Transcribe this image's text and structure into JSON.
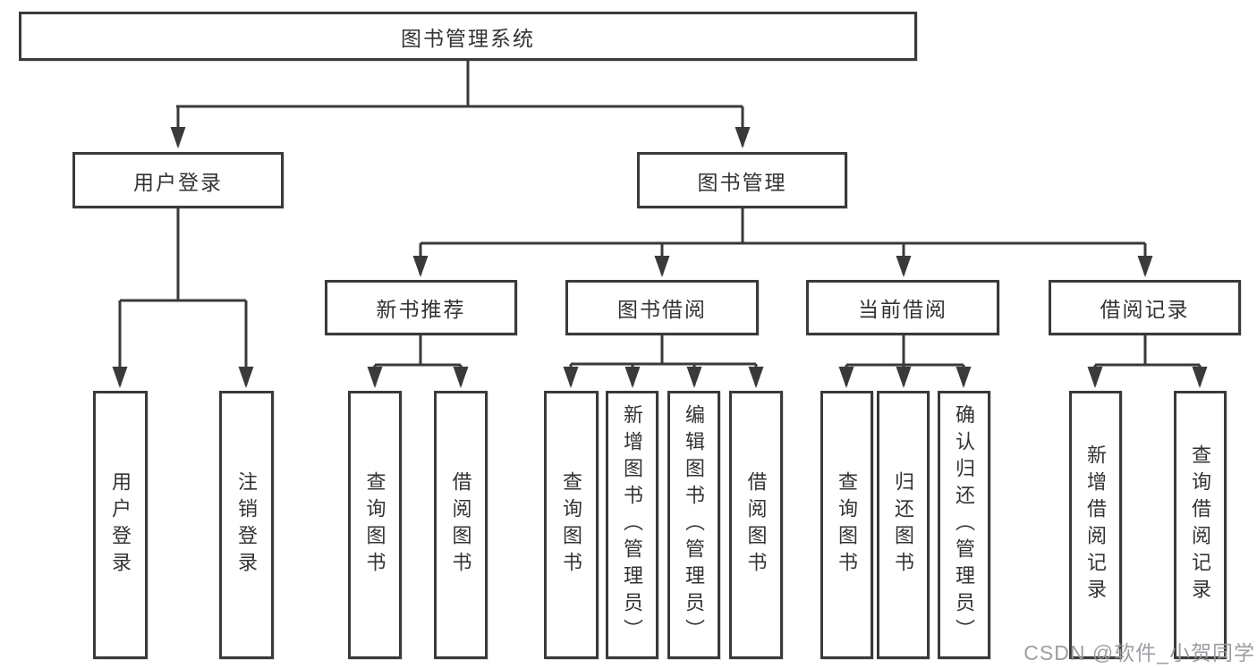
{
  "diagram": {
    "kind": "function-structure-tree",
    "title": "图书管理系统",
    "nodes": {
      "root": {
        "label": "图书管理系统"
      },
      "user_login": {
        "label": "用户登录"
      },
      "book_mgmt": {
        "label": "图书管理"
      },
      "login": {
        "label": "用户登录"
      },
      "logout": {
        "label": "注销登录"
      },
      "new_book_rec": {
        "label": "新书推荐"
      },
      "book_borrow": {
        "label": "图书借阅"
      },
      "current_borrow": {
        "label": "当前借阅"
      },
      "borrow_records": {
        "label": "借阅记录"
      },
      "nbr_query": {
        "label": "查询图书"
      },
      "nbr_borrow": {
        "label": "借阅图书"
      },
      "bb_query": {
        "label": "查询图书"
      },
      "bb_add": {
        "label": "新增图书（管理员）"
      },
      "bb_edit": {
        "label": "编辑图书（管理员）"
      },
      "bb_borrow": {
        "label": "借阅图书"
      },
      "cb_query": {
        "label": "查询图书"
      },
      "cb_return": {
        "label": "归还图书"
      },
      "cb_confirm": {
        "label": "确认归还（管理员）"
      },
      "br_add": {
        "label": "新增借阅记录"
      },
      "br_query": {
        "label": "查询借阅记录"
      }
    },
    "edges": [
      [
        "root",
        "user_login"
      ],
      [
        "root",
        "book_mgmt"
      ],
      [
        "user_login",
        "login"
      ],
      [
        "user_login",
        "logout"
      ],
      [
        "book_mgmt",
        "new_book_rec"
      ],
      [
        "book_mgmt",
        "book_borrow"
      ],
      [
        "book_mgmt",
        "current_borrow"
      ],
      [
        "book_mgmt",
        "borrow_records"
      ],
      [
        "new_book_rec",
        "nbr_query"
      ],
      [
        "new_book_rec",
        "nbr_borrow"
      ],
      [
        "book_borrow",
        "bb_query"
      ],
      [
        "book_borrow",
        "bb_add"
      ],
      [
        "book_borrow",
        "bb_edit"
      ],
      [
        "book_borrow",
        "bb_borrow"
      ],
      [
        "current_borrow",
        "cb_query"
      ],
      [
        "current_borrow",
        "cb_return"
      ],
      [
        "current_borrow",
        "cb_confirm"
      ],
      [
        "borrow_records",
        "br_add"
      ],
      [
        "borrow_records",
        "br_query"
      ]
    ],
    "colors": {
      "line": "#3a3a3a",
      "text": "#333333",
      "background": "#ffffff",
      "watermark": "#98989e"
    },
    "watermark": "CSDN @软件_小贺同学"
  }
}
